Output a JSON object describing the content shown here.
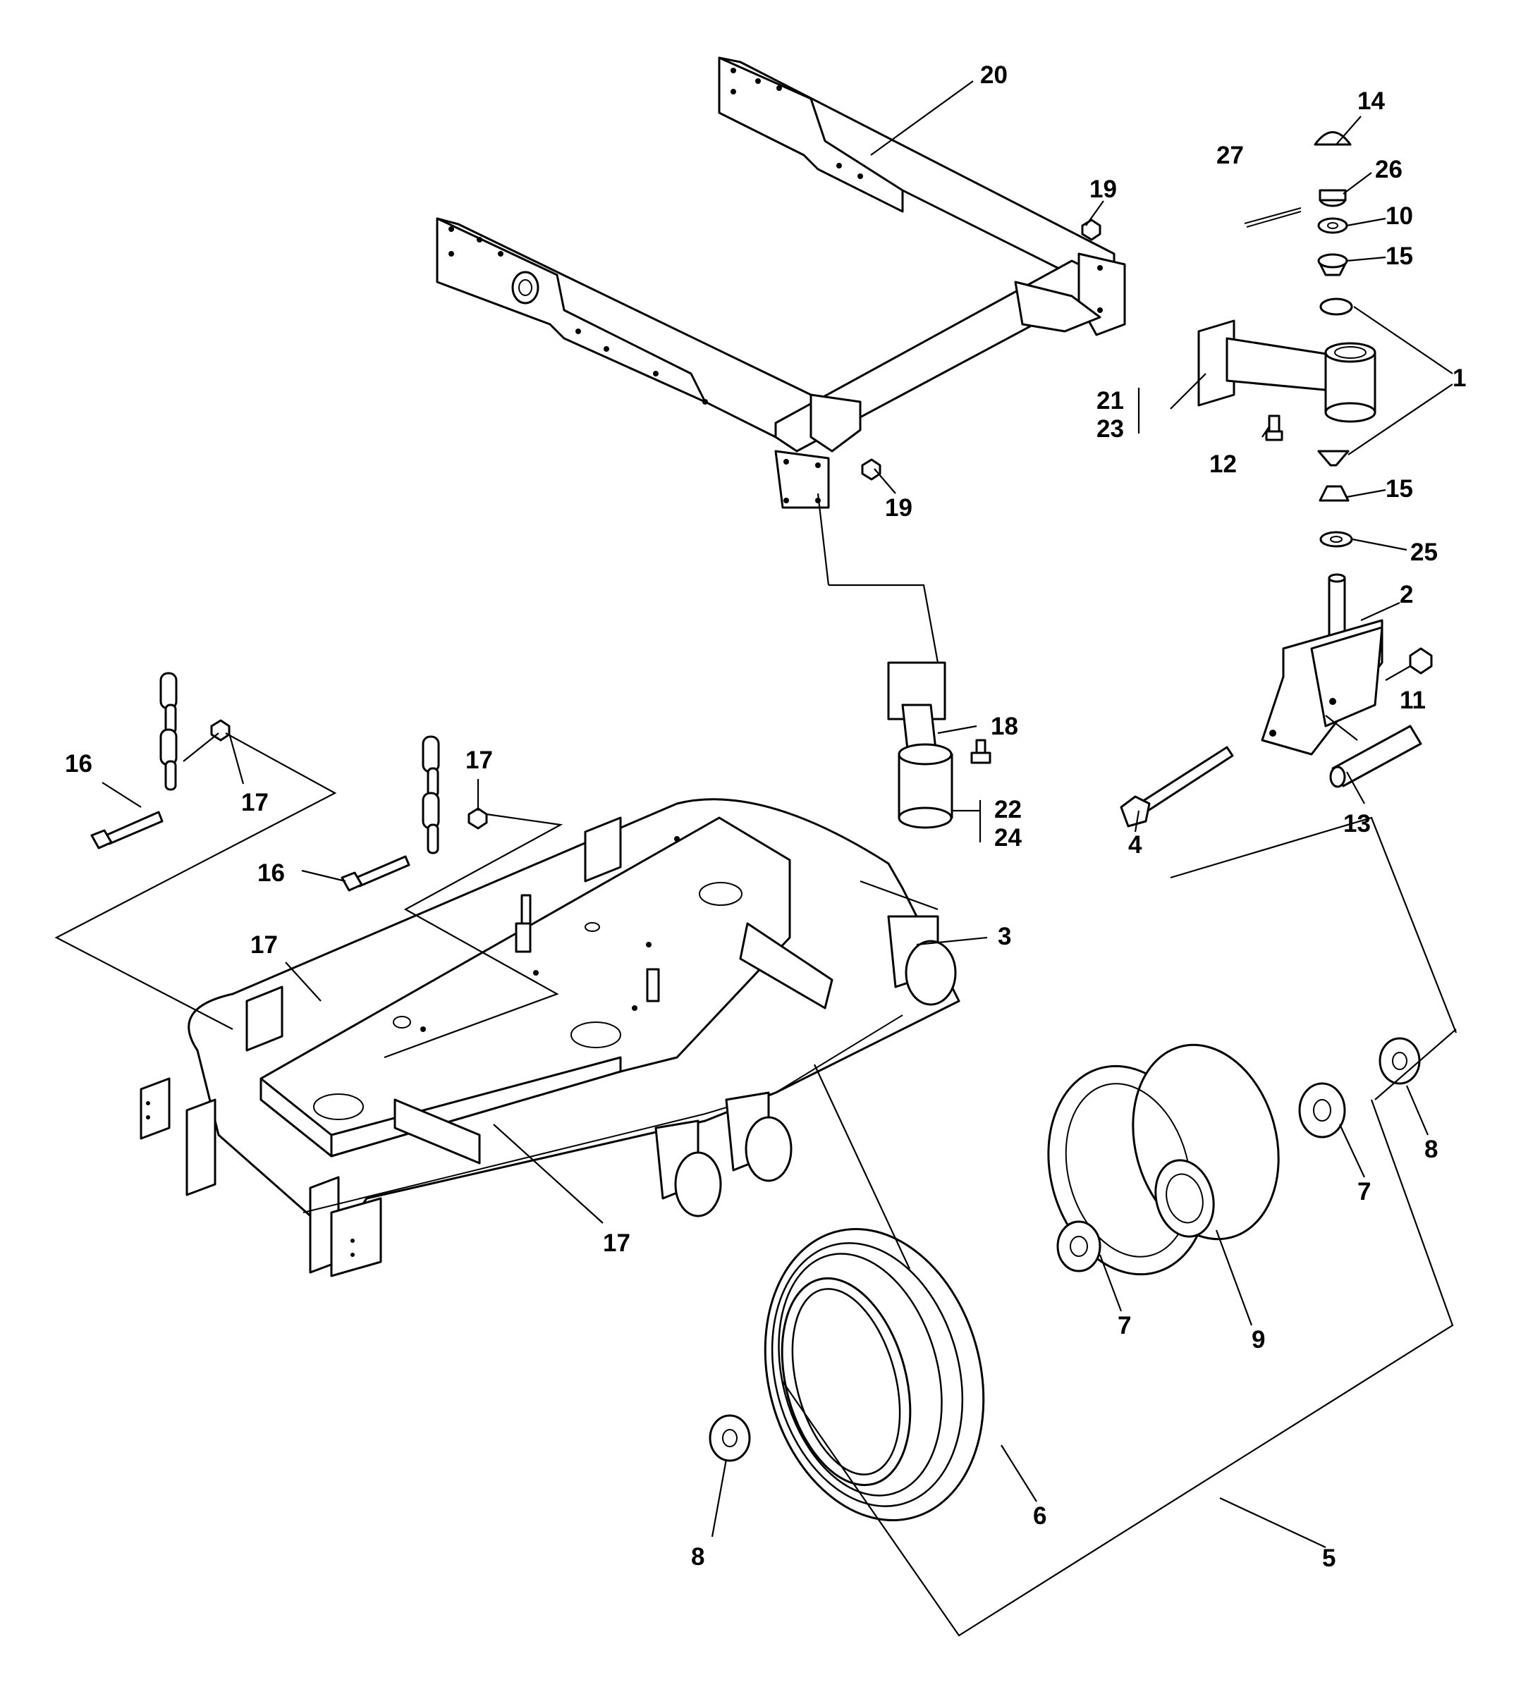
{
  "callouts": {
    "c1": "1",
    "c2": "2",
    "c3": "3",
    "c4": "4",
    "c5": "5",
    "c6": "6",
    "c7a": "7",
    "c7b": "7",
    "c8a": "8",
    "c8b": "8",
    "c9": "9",
    "c10": "10",
    "c11": "11",
    "c12": "12",
    "c13": "13",
    "c14": "14",
    "c15a": "15",
    "c15b": "15",
    "c16a": "16",
    "c16b": "16",
    "c17a": "17",
    "c17b": "17",
    "c17c": "17",
    "c17d": "17",
    "c18": "18",
    "c19a": "19",
    "c19b": "19",
    "c20": "20",
    "c21": "21",
    "c22": "22",
    "c23": "23",
    "c24": "24",
    "c25": "25",
    "c26": "26",
    "c27": "27"
  }
}
